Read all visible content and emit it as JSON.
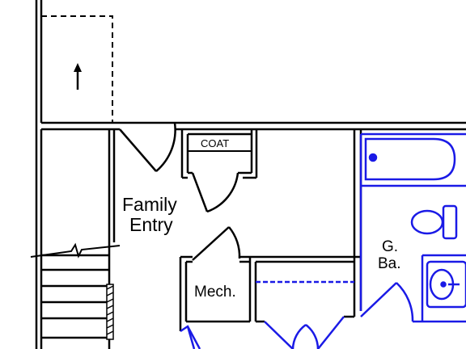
{
  "plan": {
    "colors": {
      "wall": "#000000",
      "plumbing": "#1a1ae6",
      "background": "#ffffff"
    },
    "labels": {
      "family_entry_line1": "Family",
      "family_entry_line2": "Entry",
      "coat": "COAT",
      "mechanical": "Mech.",
      "guest_bath_line1": "G.",
      "guest_bath_line2": "Ba."
    },
    "icons": {
      "garage_arrow": "up-arrow-icon",
      "stair_break": "break-line-icon"
    }
  }
}
